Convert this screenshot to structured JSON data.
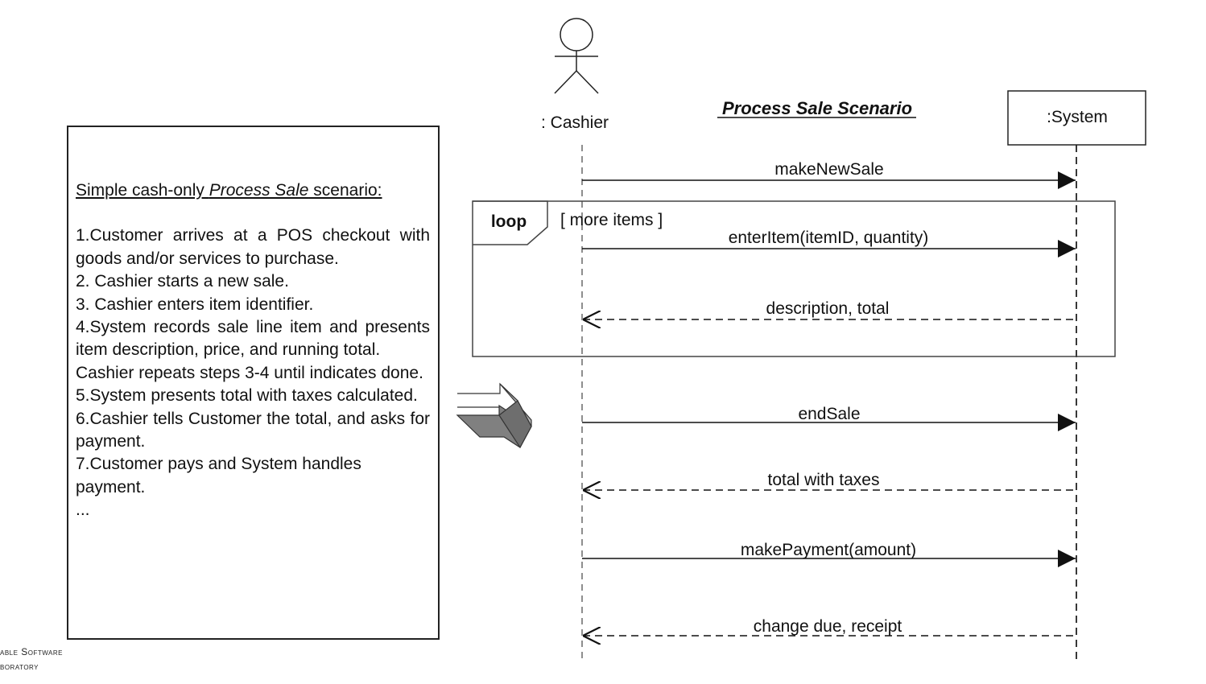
{
  "diagram": {
    "title": "Process Sale Scenario",
    "actor_label": ": Cashier",
    "system_label": ":System",
    "fragment": {
      "operator": "loop",
      "guard": "[ more items ]"
    },
    "messages": [
      {
        "label": "makeNewSale",
        "kind": "sync"
      },
      {
        "label": "enterItem(itemID, quantity)",
        "kind": "sync"
      },
      {
        "label": "description, total",
        "kind": "return"
      },
      {
        "label": "endSale",
        "kind": "sync"
      },
      {
        "label": "total with taxes",
        "kind": "return"
      },
      {
        "label": "makePayment(amount)",
        "kind": "sync"
      },
      {
        "label": "change due, receipt",
        "kind": "return"
      }
    ]
  },
  "scenario": {
    "heading_prefix": "Simple cash-only ",
    "heading_italic": "Process Sale",
    "heading_suffix": " scenario:",
    "steps": [
      "1.Customer arrives at a POS checkout with goods and/or services to purchase.",
      "2. Cashier starts a new sale.",
      "3. Cashier enters item identifier.",
      "4.System records sale line item and presents item description, price, and running total.",
      "Cashier repeats steps 3-4 until indicates done.",
      "5.System presents total with taxes calculated.",
      "6.Cashier tells Customer the total, and asks for payment.",
      "7.Customer pays and System handles payment.",
      "..."
    ]
  },
  "footer": {
    "line1": "able Software",
    "line2": "boratory"
  }
}
